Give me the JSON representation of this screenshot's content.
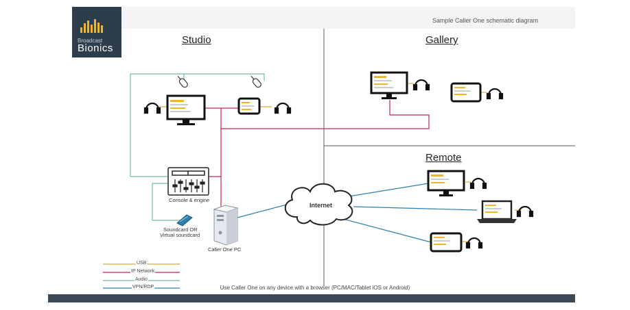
{
  "header": {
    "logo_top": "Broadcast",
    "logo_main": "Bionics",
    "caption": "Sample Caller One schematic diagram"
  },
  "sections": {
    "studio": "Studio",
    "gallery": "Gallery",
    "remote": "Remote"
  },
  "labels": {
    "console": "Console & engine",
    "soundcard_line1": "Soundcard OR",
    "soundcard_line2": "Virtual soundcard",
    "pc": "Caller One PC",
    "internet": "Internet"
  },
  "legend": [
    {
      "label": "USB",
      "color": "#d9a93a"
    },
    {
      "label": "IP Network",
      "color": "#c2234a"
    },
    {
      "label": "Audio",
      "color": "#6fbf9a"
    },
    {
      "label": "VPN/RDP",
      "color": "#2a7fa8"
    }
  ],
  "footnote": "Use Caller One on any device with a browser (PC/MAC/Tablet iOS or Android)",
  "colors": {
    "usb": "#d9a93a",
    "ip": "#c2234a",
    "audio": "#6fbf9a",
    "vpn": "#2a7fa8",
    "dark": "#2e3d4b"
  }
}
